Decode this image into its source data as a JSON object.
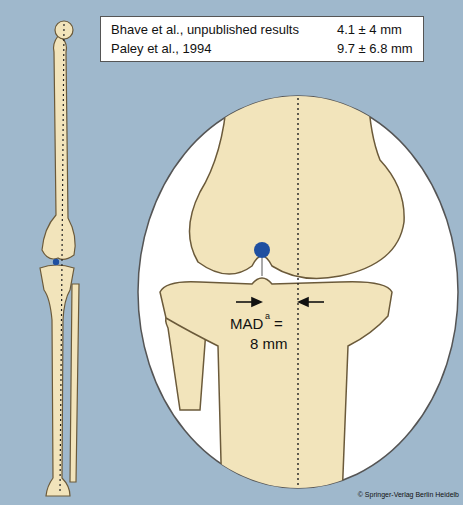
{
  "diagram": {
    "nodes": [
      {
        "text": [
          "Bhave et al., unpublished results",
          "4.1 ± 4 mm",
          "Paley et al., 1994",
          "9.7 ± 6.8 mm"
        ]
      }
    ],
    "edges": [],
    "labels": [
      "MAD",
      "a",
      "=",
      "8 mm",
      "© Springer-Verlag Berlin Heidelb"
    ]
  }
}
